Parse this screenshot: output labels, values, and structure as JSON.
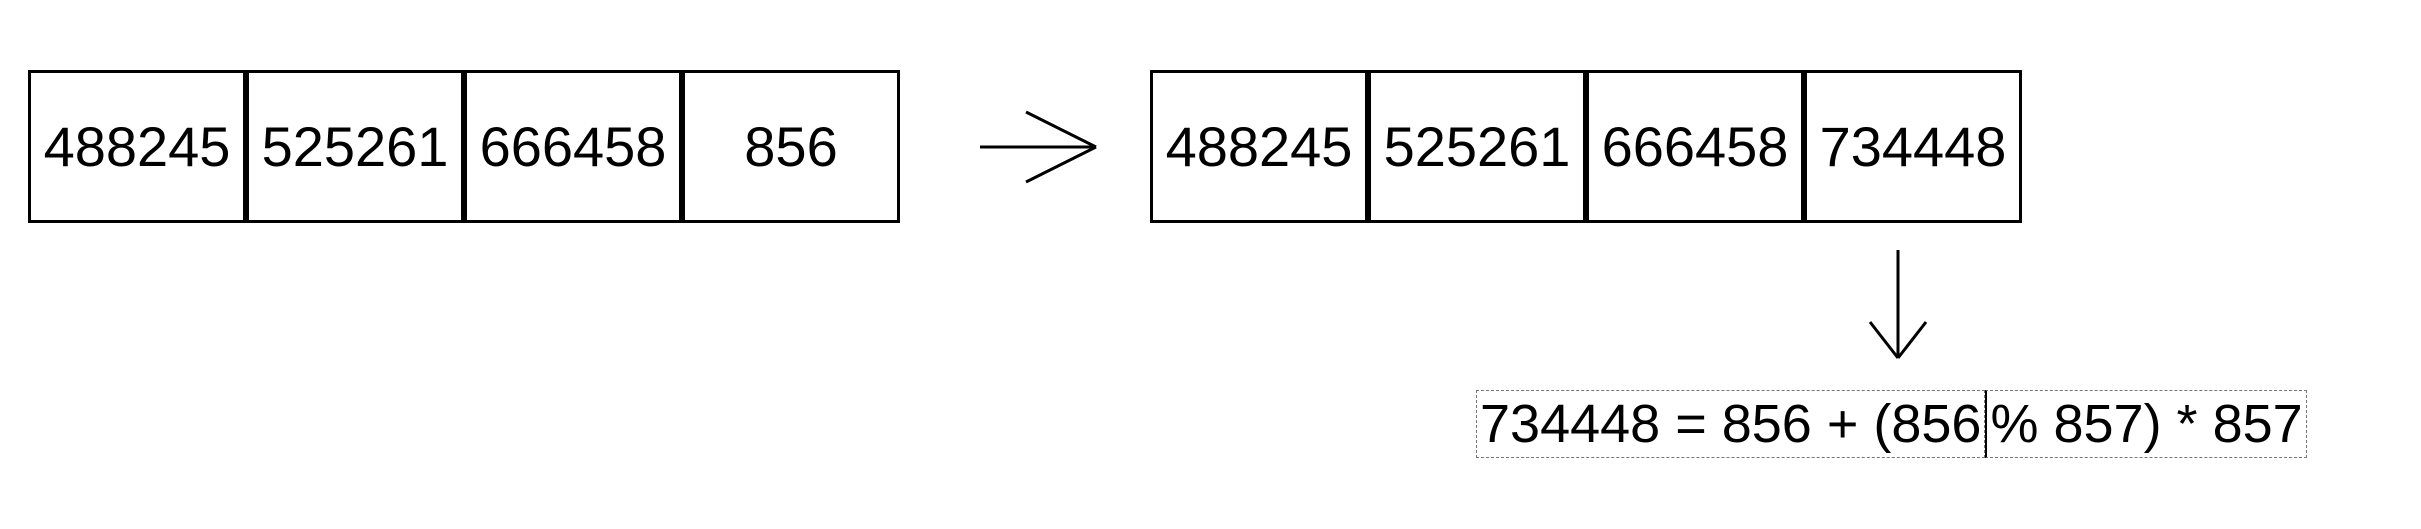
{
  "before": {
    "cells": [
      "488245",
      "525261",
      "666458",
      "856"
    ]
  },
  "after": {
    "cells": [
      "488245",
      "525261",
      "666458",
      "734448"
    ]
  },
  "formula": {
    "part1": "734448 = 856 + (856",
    "part2": "% 857) * 857"
  }
}
